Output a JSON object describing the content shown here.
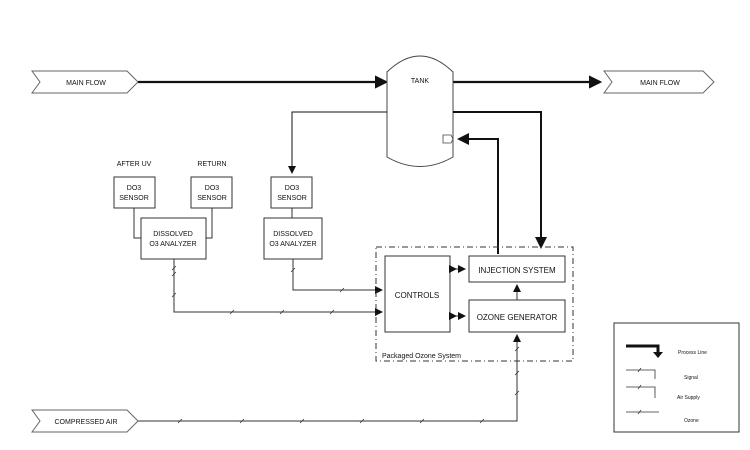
{
  "inputs": {
    "main_flow_in": "MAIN FLOW",
    "compressed_air": "COMPRESSED AIR"
  },
  "outputs": {
    "main_flow_out": "MAIN FLOW"
  },
  "tank": {
    "label": "TANK"
  },
  "sensors": [
    {
      "caption": "AFTER UV",
      "line1": "DO3",
      "line2": "SENSOR"
    },
    {
      "caption": "RETURN",
      "line1": "DO3",
      "line2": "SENSOR"
    },
    {
      "caption": "",
      "line1": "DO3",
      "line2": "SENSOR"
    }
  ],
  "analyzers": [
    {
      "line1": "DISSOLVED",
      "line2": "O3 ANALYZER"
    },
    {
      "line1": "DISSOLVED",
      "line2": "O3 ANALYZER"
    }
  ],
  "package": {
    "label": "Packaged Ozone System",
    "controls": "CONTROLS",
    "injection": "INJECTION SYSTEM",
    "generator": "OZONE GENERATOR"
  },
  "legend": {
    "items": [
      "Process Line",
      "Signal",
      "Air Supply",
      "Ozone"
    ]
  },
  "colors": {
    "line": "#111111",
    "box_fill": "#ffffff"
  }
}
